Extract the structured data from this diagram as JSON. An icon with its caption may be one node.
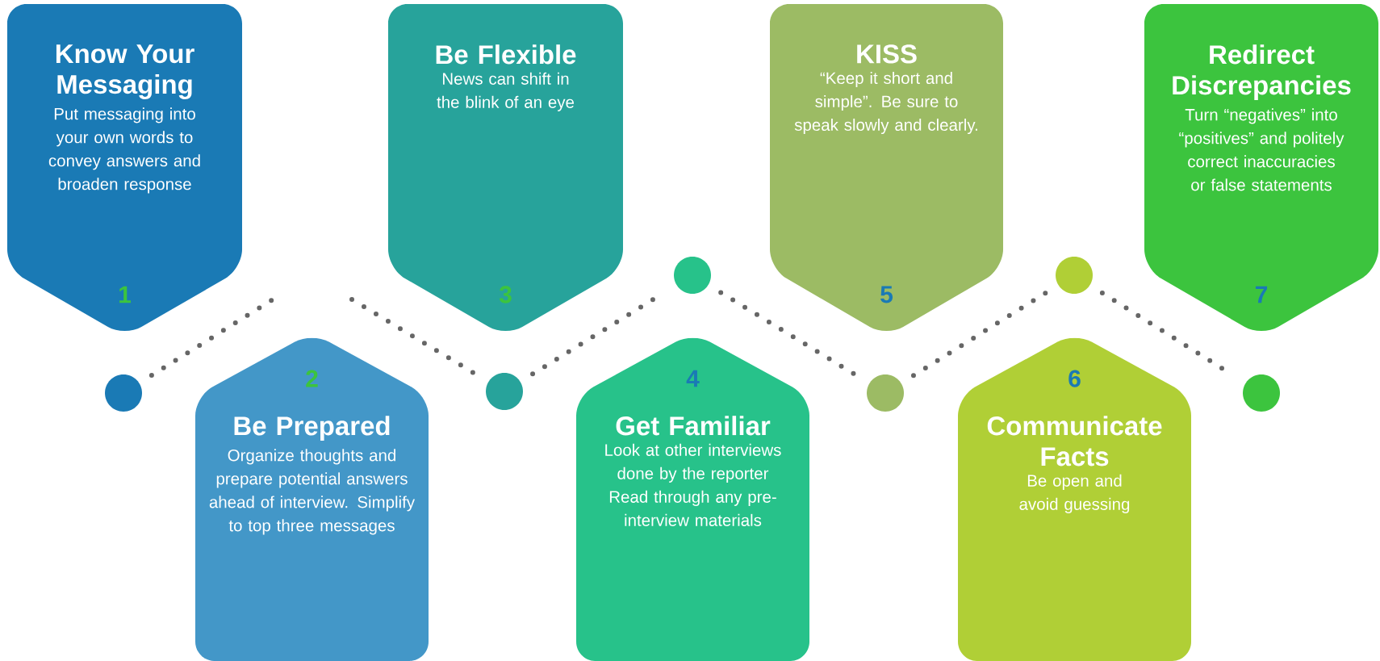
{
  "diagram": {
    "nodes": [
      {
        "text": [
          "Know Your Messaging",
          "Put messaging into your own words to convey answers and broaden response",
          "1"
        ]
      },
      {
        "text": [
          "2",
          "Be Prepared",
          "Organize thoughts and prepare potential answers ahead of interview. Simplify to top three messages"
        ]
      },
      {
        "text": [
          "Be Flexible",
          "News can shift in the blink of an eye",
          "3"
        ]
      },
      {
        "text": [
          "4",
          "Get Familiar",
          "Look at other interviews done by the reporter Read through any pre-interview materials"
        ]
      },
      {
        "text": [
          "KISS",
          "“Keep it short and simple”. Be sure to speak slowly and clearly.",
          "5"
        ]
      },
      {
        "text": [
          "6",
          "Communicate Facts",
          "Be open and avoid guessing"
        ]
      },
      {
        "text": [
          "Redirect Discrepancies",
          "Turn “negatives” into “positives” and politely correct inaccuracies or false statements",
          "7"
        ]
      },
      {
        "text": [],
        "shape": "circle"
      },
      {
        "text": [],
        "shape": "circle"
      },
      {
        "text": [],
        "shape": "circle"
      },
      {
        "text": [],
        "shape": "circle"
      },
      {
        "text": [],
        "shape": "circle"
      },
      {
        "text": [],
        "shape": "circle"
      }
    ],
    "edges": [
      {
        "from": 7,
        "to": null,
        "arrow": "none"
      },
      {
        "from": null,
        "to": 8,
        "arrow": "none"
      },
      {
        "from": 8,
        "to": 9,
        "arrow": "none"
      },
      {
        "from": 9,
        "to": 10,
        "arrow": "none"
      },
      {
        "from": 10,
        "to": 11,
        "arrow": "none"
      },
      {
        "from": 11,
        "to": 12,
        "arrow": "none"
      }
    ]
  }
}
